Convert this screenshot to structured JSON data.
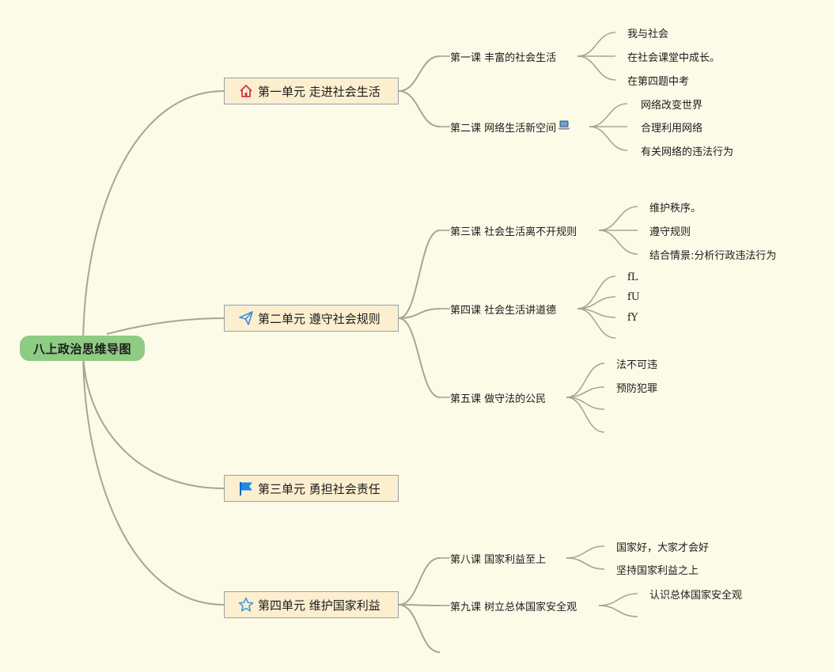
{
  "root": {
    "title": "八上政治思维导图"
  },
  "units": [
    {
      "icon": "house-icon",
      "label": "第一单元 走进社会生活",
      "lessons": [
        {
          "label": "第一课 丰富的社会生活",
          "leaves": [
            "我与社会",
            "在社会课堂中成长。",
            "在第四题中考"
          ]
        },
        {
          "label": "第二课 网络生活新空间",
          "icon": "laptop-icon",
          "leaves": [
            "网络改变世界",
            "合理利用网络",
            "有关网络的违法行为"
          ]
        }
      ]
    },
    {
      "icon": "paper-plane-icon",
      "label": "第二单元 遵守社会规则",
      "lessons": [
        {
          "label": "第三课 社会生活离不开规则",
          "leaves": [
            "维护秩序。",
            "遵守规则",
            "结合情景:分析行政违法行为"
          ]
        },
        {
          "label": "第四课 社会生活讲道德",
          "leaves": [
            "fL",
            "fU",
            "fY",
            ""
          ]
        },
        {
          "label": "第五课 做守法的公民",
          "leaves": [
            "法不可违",
            "预防犯罪",
            "",
            ""
          ]
        }
      ]
    },
    {
      "icon": "flag-icon",
      "label": "第三单元 勇担社会责任",
      "lessons": []
    },
    {
      "icon": "star-icon",
      "label": "第四单元 维护国家利益",
      "lessons": [
        {
          "label": "第八课 国家利益至上",
          "leaves": [
            "国家好，大家才会好",
            "坚持国家利益之上"
          ]
        },
        {
          "label": "第九课 树立总体国家安全观",
          "leaves": [
            "认识总体国家安全观",
            ""
          ]
        },
        {
          "label": "",
          "leaves": []
        }
      ]
    }
  ],
  "colors": {
    "background": "#fbfbe8",
    "root_fill": "#8ecb83",
    "unit_fill": "#fcefd0",
    "unit_border": "#9aa0a8",
    "edge": "#a9a68f",
    "house_icon": "#d9334b",
    "plane_icon": "#3a8fd4",
    "flag_icon": "#1e88e5",
    "star_icon": "#3a9ad9"
  }
}
